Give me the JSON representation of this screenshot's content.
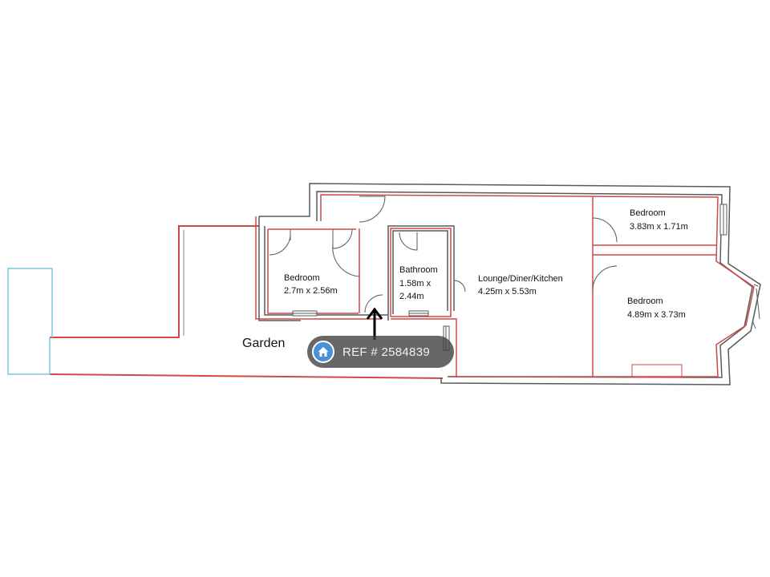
{
  "rooms": {
    "bedroom_left": {
      "name": "Bedroom",
      "size": "2.7m x 2.56m"
    },
    "bathroom": {
      "name": "Bathroom",
      "size_line1": "1.58m x",
      "size_line2": "2.44m"
    },
    "lounge": {
      "name": "Lounge/Diner/Kitchen",
      "size": "4.25m x 5.53m"
    },
    "bedroom_top_right": {
      "name": "Bedroom",
      "size": "3.83m x 1.71m"
    },
    "bedroom_bottom_right": {
      "name": "Bedroom",
      "size": "4.89m x 3.73m"
    }
  },
  "garden_label": "Garden",
  "badge": {
    "icon": "home-icon",
    "text": "REF # 2584839"
  },
  "colors": {
    "outer_wall": "#5a5a5a",
    "inner_wall": "#d04848",
    "garden_edge": "#7fc6e0",
    "badge_icon": "#4a90d9"
  }
}
